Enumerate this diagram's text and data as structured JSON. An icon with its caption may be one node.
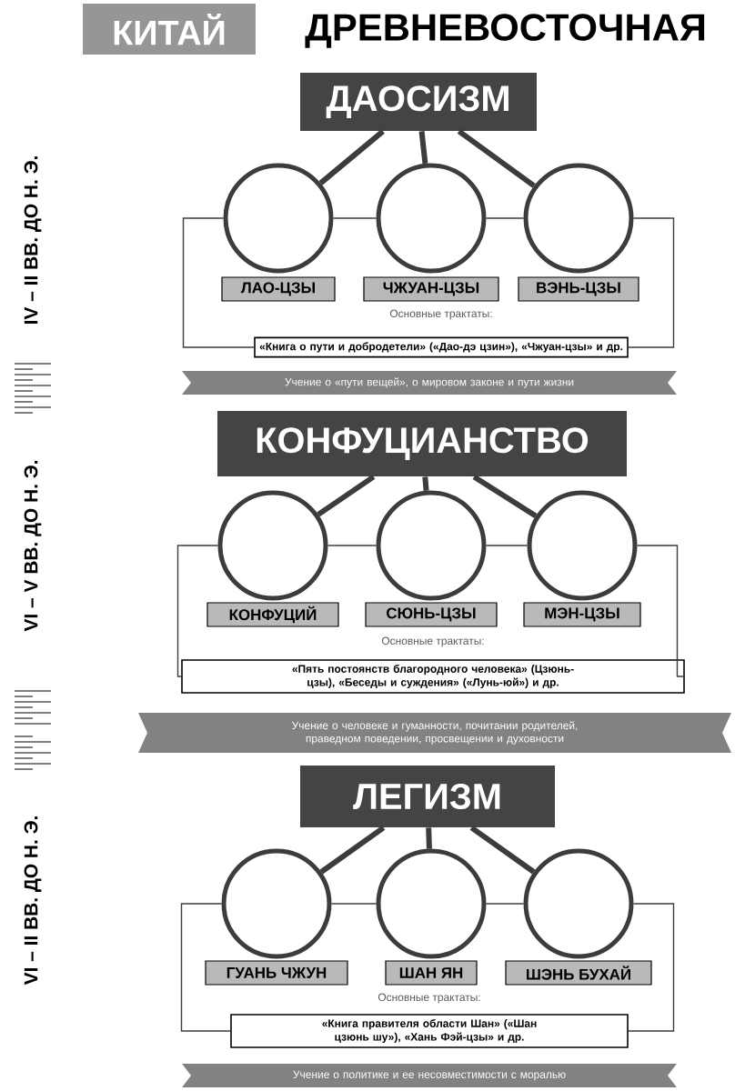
{
  "diagram": {
    "title": "ДРЕВНЕВОСТОЧНАЯ",
    "nodes": [
      {
        "text": [
          "КИТАЙ"
        ]
      },
      {
        "text": [
          "ДАОСИЗМ"
        ]
      },
      {
        "text": [],
        "shape": "circle"
      },
      {
        "text": [],
        "shape": "circle"
      },
      {
        "text": [],
        "shape": "circle"
      },
      {
        "text": [
          "ЛАО-ЦЗЫ"
        ]
      },
      {
        "text": [
          "ЧЖУАН-ЦЗЫ"
        ]
      },
      {
        "text": [
          "ВЭНЬ-ЦЗЫ"
        ]
      },
      {
        "text": [
          "Основные трактаты:",
          "«Книга о пути и добродетели» («Дао-дэ цзин»), «Чжуан-цзы» и др."
        ]
      },
      {
        "text": [
          "Учение о «пути вещей», о мировом законе и пути жизни"
        ]
      },
      {
        "text": [
          "КОНФУЦИАНСТВО"
        ]
      },
      {
        "text": [],
        "shape": "circle"
      },
      {
        "text": [],
        "shape": "circle"
      },
      {
        "text": [],
        "shape": "circle"
      },
      {
        "text": [
          "КОНФУЦИЙ"
        ]
      },
      {
        "text": [
          "СЮНЬ-ЦЗЫ"
        ]
      },
      {
        "text": [
          "МЭН-ЦЗЫ"
        ]
      },
      {
        "text": [
          "Основные трактаты:",
          "«Пять постоянств благородного человека» (Цзюнь-цзы), «Беседы и суждения» («Лунь-юй») и др."
        ]
      },
      {
        "text": [
          "Учение о человеке и гуманности, почитании родителей, праведном поведении, просвещении и духовности"
        ]
      },
      {
        "text": [
          "ЛЕГИЗМ"
        ]
      },
      {
        "text": [],
        "shape": "circle"
      },
      {
        "text": [],
        "shape": "circle"
      },
      {
        "text": [],
        "shape": "circle"
      },
      {
        "text": [
          "ГУАНЬ ЧЖУН"
        ]
      },
      {
        "text": [
          "ШАН ЯН"
        ]
      },
      {
        "text": [
          "ШЭНЬ БУХАЙ"
        ]
      },
      {
        "text": [
          "Основные трактаты:",
          "«Книга правителя области Шан» («Шан цзюнь шу»), «Хань Фэй-цзы» и др."
        ]
      },
      {
        "text": [
          "Учение о политике и ее несовместимости с моралью"
        ]
      }
    ],
    "edges": [
      {
        "from": 1,
        "to": 2,
        "arrow": "none",
        "style": "thick"
      },
      {
        "from": 1,
        "to": 3,
        "arrow": "none",
        "style": "thick"
      },
      {
        "from": 1,
        "to": 4,
        "arrow": "none",
        "style": "thick"
      },
      {
        "from": 2,
        "to": 3,
        "arrow": "none"
      },
      {
        "from": 3,
        "to": 4,
        "arrow": "none"
      },
      {
        "from": 2,
        "to": 8,
        "arrow": "none"
      },
      {
        "from": 4,
        "to": 8,
        "arrow": "none"
      },
      {
        "from": 10,
        "to": 11,
        "arrow": "none",
        "style": "thick"
      },
      {
        "from": 10,
        "to": 12,
        "arrow": "none",
        "style": "thick"
      },
      {
        "from": 10,
        "to": 13,
        "arrow": "none",
        "style": "thick"
      },
      {
        "from": 11,
        "to": 12,
        "arrow": "none"
      },
      {
        "from": 12,
        "to": 13,
        "arrow": "none"
      },
      {
        "from": 11,
        "to": 17,
        "arrow": "none"
      },
      {
        "from": 13,
        "to": 17,
        "arrow": "none"
      },
      {
        "from": 19,
        "to": 20,
        "arrow": "none",
        "style": "thick"
      },
      {
        "from": 19,
        "to": 21,
        "arrow": "none",
        "style": "thick"
      },
      {
        "from": 19,
        "to": 22,
        "arrow": "none",
        "style": "thick"
      },
      {
        "from": 20,
        "to": 21,
        "arrow": "none"
      },
      {
        "from": 21,
        "to": 22,
        "arrow": "none"
      },
      {
        "from": 20,
        "to": 26,
        "arrow": "none"
      },
      {
        "from": 22,
        "to": 26,
        "arrow": "none"
      }
    ],
    "labels": [
      "IV – II ВВ. ДО Н. Э.",
      "VI – V ВВ. ДО Н. Э.",
      "VI – II ВВ. ДО Н. Э."
    ]
  }
}
